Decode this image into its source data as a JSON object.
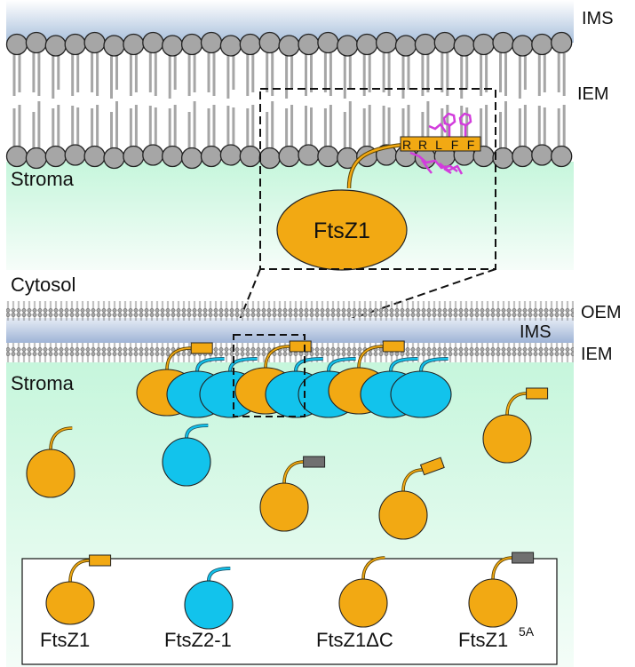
{
  "colors": {
    "ftsz1": "#f2a913",
    "ftsz2": "#12c3ec",
    "lipid_head": "#a6a6a6",
    "lipid_tail": "#a6a6a6",
    "ims_top": "#aec3de",
    "stroma": "#c9f7de",
    "amphipathic": "#d23ddc",
    "mutant_tag": "#707070"
  },
  "top_panel": {
    "ims_label": "IMS",
    "iem_label": "IEM",
    "stroma_label": "Stroma",
    "protein_label": "FtsZ1",
    "motif_residues": [
      "R",
      "R",
      "L",
      "F",
      "F"
    ]
  },
  "bottom_panel": {
    "cytosol_label": "Cytosol",
    "oem_label": "OEM",
    "ims_label": "IMS",
    "iem_label": "IEM",
    "stroma_label": "Stroma",
    "filament": [
      "FtsZ1",
      "FtsZ2-1",
      "FtsZ2-1",
      "FtsZ1",
      "FtsZ2-1",
      "FtsZ2-1",
      "FtsZ1",
      "FtsZ2-1",
      "FtsZ2-1"
    ],
    "free_proteins": [
      "FtsZ1ΔC",
      "FtsZ2-1",
      "FtsZ1^5A",
      "FtsZ1",
      "FtsZ1"
    ]
  },
  "legend": {
    "items": [
      {
        "name": "FtsZ1",
        "base": "FtsZ1",
        "sup": ""
      },
      {
        "name": "FtsZ2-1",
        "base": "FtsZ2-1",
        "sup": ""
      },
      {
        "name": "FtsZ1ΔC",
        "base": "FtsZ1ΔC",
        "sup": ""
      },
      {
        "name": "FtsZ1 5A",
        "base": "FtsZ1",
        "sup": "5A"
      }
    ]
  }
}
